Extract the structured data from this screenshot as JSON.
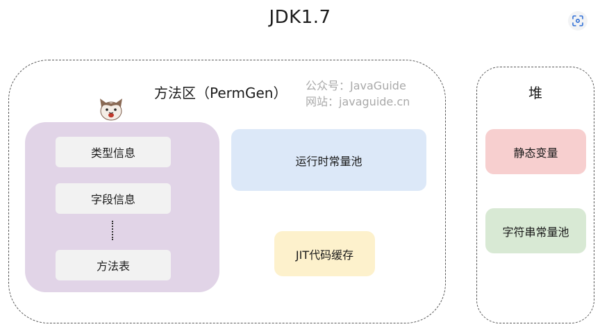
{
  "title": "JDK1.7",
  "method_area": {
    "label": "方法区（PermGen）",
    "class_info_items": [
      "类型信息",
      "字段信息",
      "方法表"
    ],
    "runtime_constant_pool": "运行时常量池",
    "jit_cache": "JIT代码缓存"
  },
  "watermark": {
    "line1": "公众号：JavaGuide",
    "line2": "网站：javaguide.cn"
  },
  "heap": {
    "label": "堆",
    "static_variables": "静态变量",
    "string_pool": "字符串常量池"
  },
  "icons": {
    "scan": "scan-icon",
    "mascot": "cat-mascot-icon"
  },
  "colors": {
    "class_info_bg": "#e1d4e7",
    "runtime_pool_bg": "#dce8f8",
    "jit_bg": "#fdf1cc",
    "static_vars_bg": "#f7cfcf",
    "string_pool_bg": "#d8e9d4"
  }
}
